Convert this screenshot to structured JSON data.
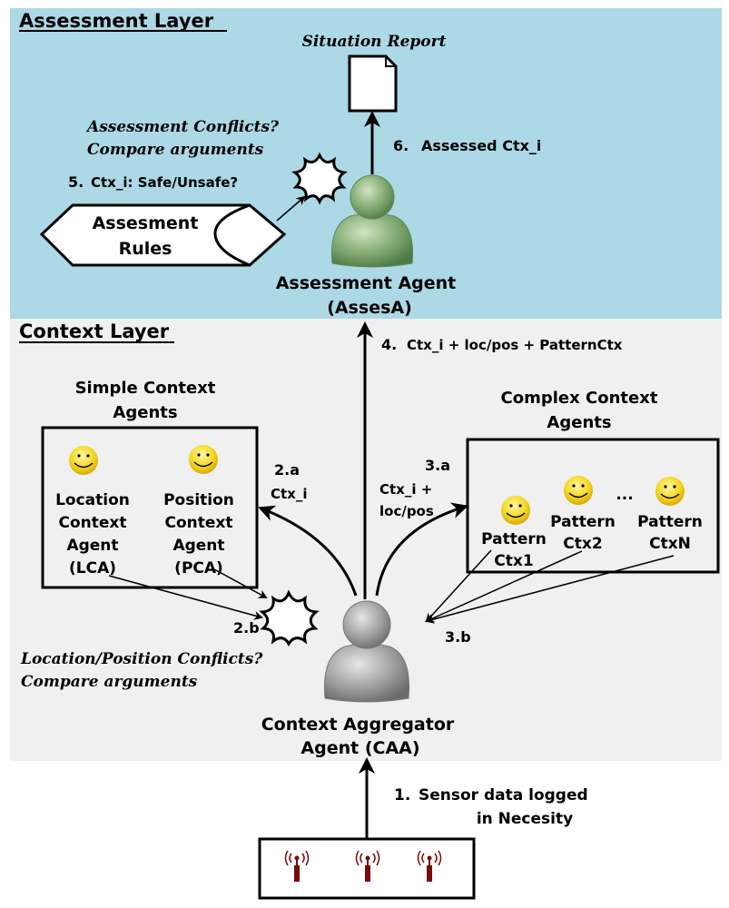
{
  "colors": {
    "assessment_layer_bg": "#add8e6",
    "context_layer_bg": "#f0f0f0",
    "assessment_agent": "#7fa870",
    "aggregator_agent": "#9a9a9a",
    "smiley": "#f2d21b",
    "sensor": "#7a0a0a"
  },
  "assessment_layer": {
    "title": "Assessment Layer",
    "situation_report": "Situation Report",
    "step6": {
      "num": "6.",
      "text": "Assessed Ctx_i"
    },
    "conflicts_line1": "Assessment Conflicts?",
    "conflicts_line2": "Compare arguments",
    "step5": {
      "num": "5.",
      "text": "Ctx_i: Safe/Unsafe?"
    },
    "rules_line1": "Assesment",
    "rules_line2": "Rules",
    "agent_line1": "Assessment Agent",
    "agent_line2": "(AssesA)"
  },
  "context_layer": {
    "title": "Context Layer",
    "step4": {
      "num": "4.",
      "text": "Ctx_i + loc/pos + PatternCtx"
    },
    "simple_title_line1": "Simple Context",
    "simple_title_line2": "Agents",
    "lca": [
      "Location",
      "Context",
      "Agent",
      "(LCA)"
    ],
    "pca": [
      "Position",
      "Context",
      "Agent",
      "(PCA)"
    ],
    "step2a": {
      "num": "2.a",
      "text": "Ctx_i"
    },
    "step3a": {
      "num": "3.a",
      "line1": "Ctx_i +",
      "line2": "loc/pos"
    },
    "complex_title_line1": "Complex Context",
    "complex_title_line2": "Agents",
    "pattern1": [
      "Pattern",
      "Ctx1"
    ],
    "pattern2": [
      "Pattern",
      "Ctx2"
    ],
    "patternN": [
      "Pattern",
      "CtxN"
    ],
    "ellipsis": "...",
    "step2b": "2.b",
    "step3b": "3.b",
    "loc_conflicts_line1": "Location/Position Conflicts?",
    "loc_conflicts_line2": "Compare arguments",
    "aggregator_line1": "Context Aggregator",
    "aggregator_line2": "Agent (CAA)"
  },
  "sensor_layer": {
    "step1": {
      "num": "1.",
      "line1": "Sensor data logged",
      "line2": "in Necesity"
    },
    "sensor_count": 3
  }
}
